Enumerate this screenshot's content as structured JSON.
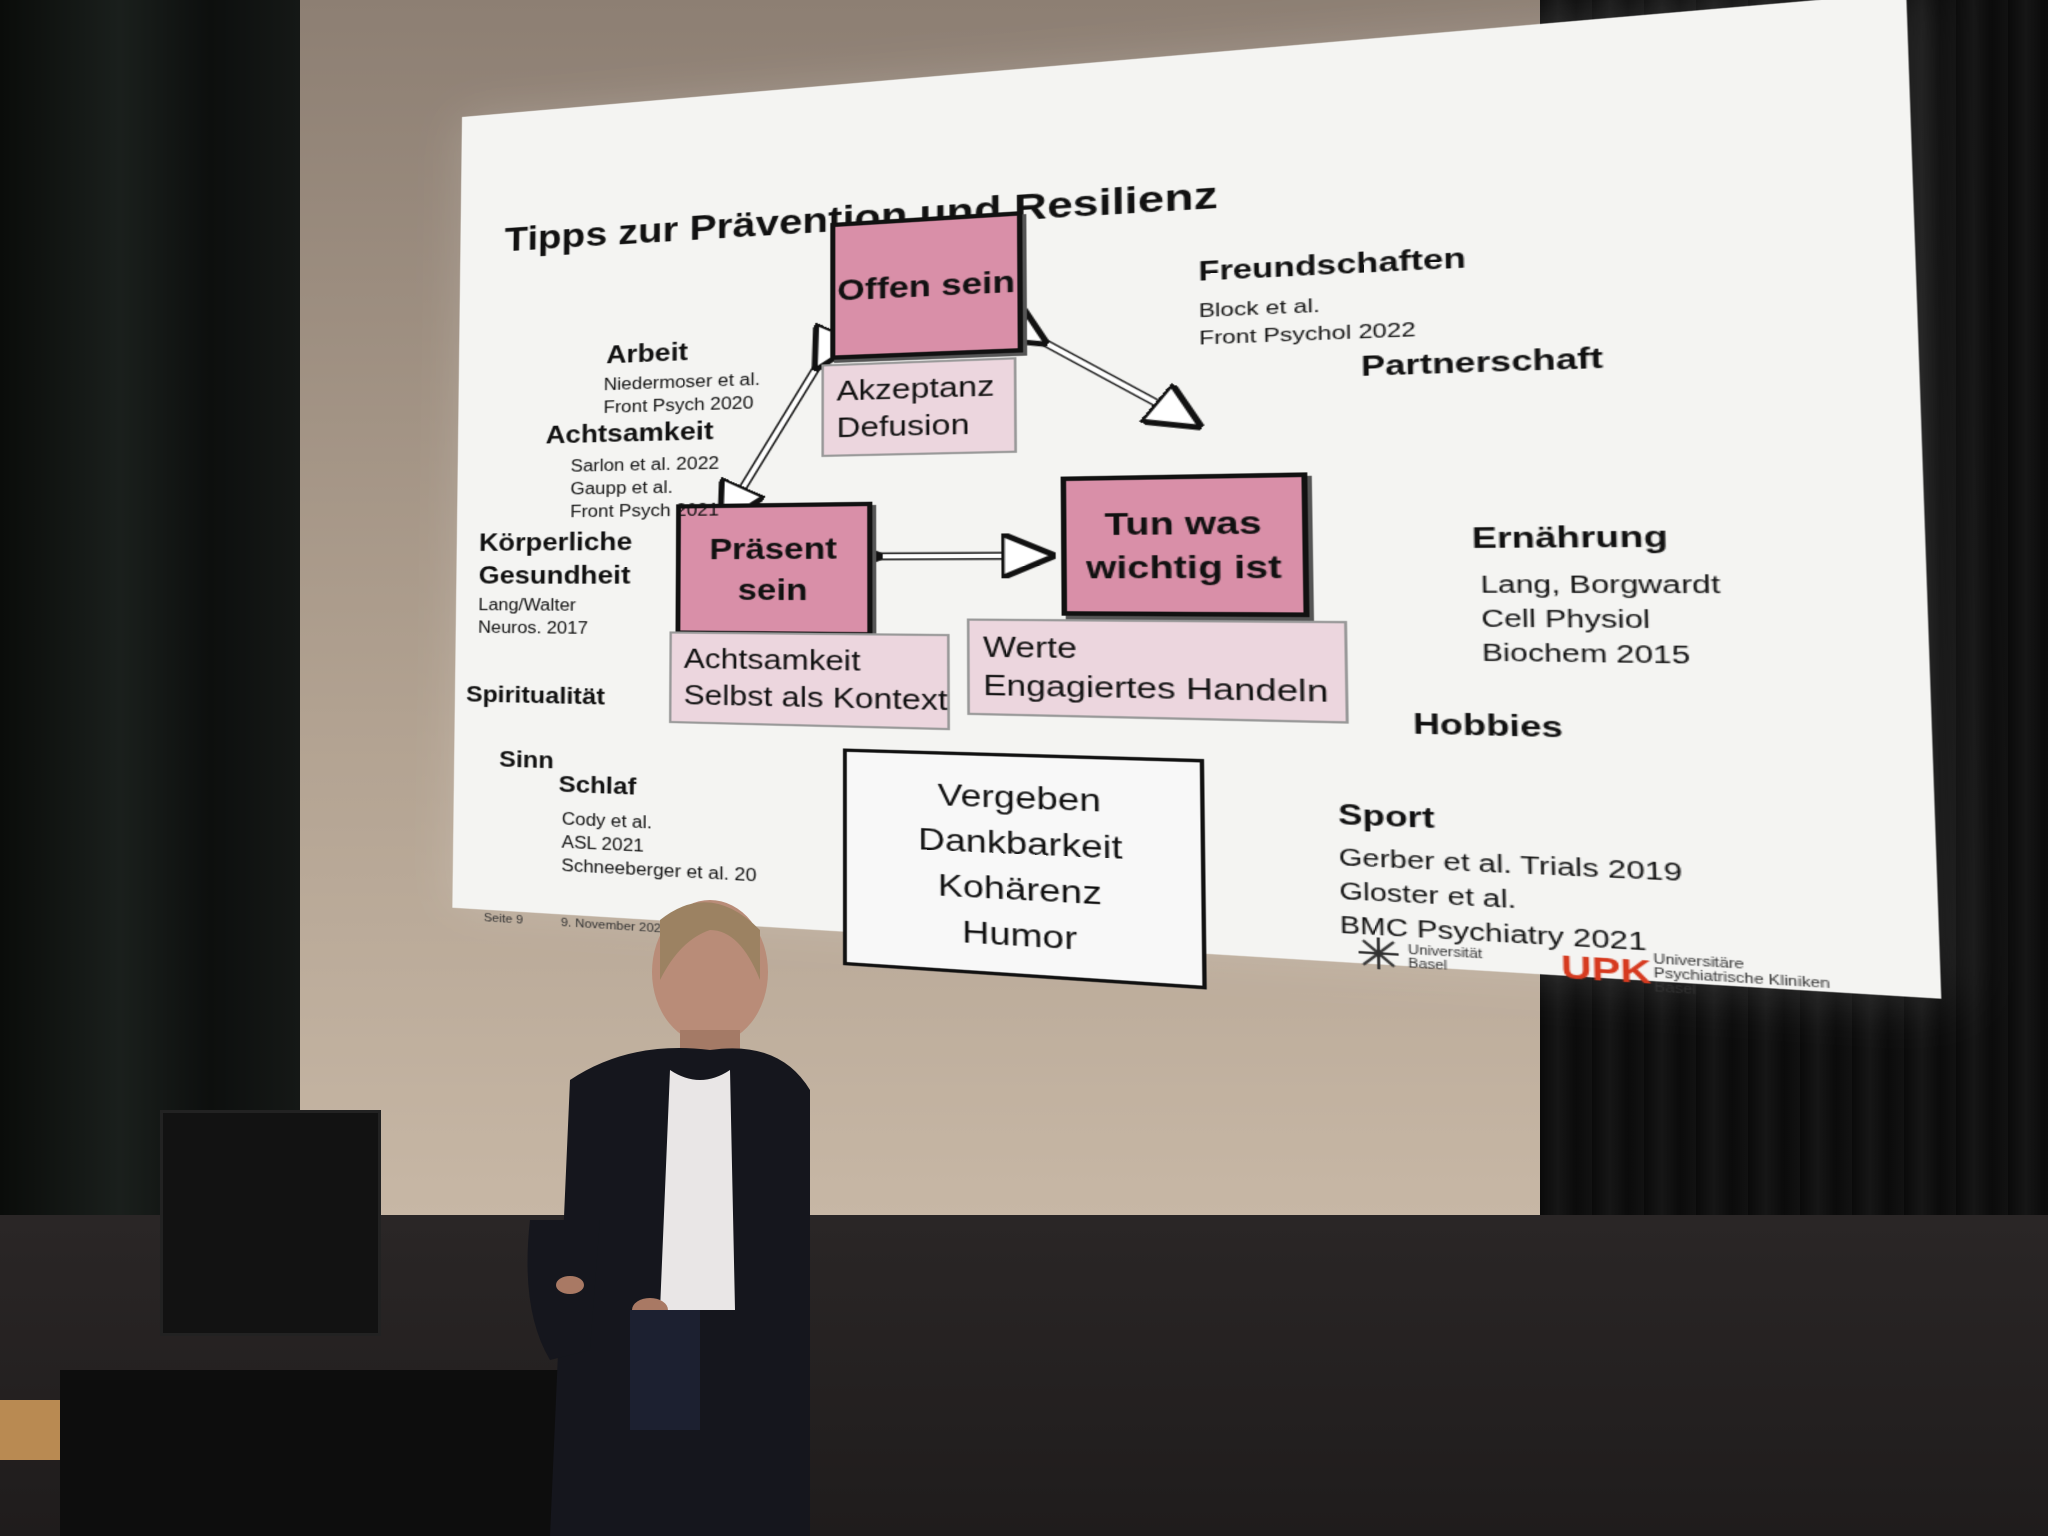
{
  "slide": {
    "title": "Tipps zur Prävention und Resilienz",
    "core": {
      "offen": "Offen sein",
      "offen_sub": "Akzeptanz\nDefusion",
      "praesent": "Präsent\nsein",
      "praesent_sub": "Achtsamkeit\nSelbst als Kontext",
      "tun": "Tun was\nwichtig ist",
      "tun_sub": "Werte\nEngagiertes Handeln",
      "center": "Vergeben\nDankbarkeit\nKohärenz\nHumor"
    },
    "left": {
      "arbeit": "Arbeit",
      "arbeit_ref": "Niedermoser et al.\nFront Psych 2020",
      "achtsamkeit": "Achtsamkeit",
      "achtsamkeit_ref": "Sarlon et al. 2022\nGaupp et al.\nFront Psych 2021",
      "koerper": "Körperliche\nGesundheit",
      "koerper_ref": "Lang/Walter\nNeuros. 2017",
      "spiritualitaet": "Spiritualität",
      "sinn": "Sinn",
      "schlaf": "Schlaf",
      "schlaf_ref": "Cody et al.\nASL 2021\nSchneeberger et al. 20"
    },
    "right": {
      "freundschaften": "Freundschaften",
      "freundschaften_ref": "Block et al.\nFront Psychol 2022",
      "partnerschaft": "Partnerschaft",
      "ernaehrung": "Ernährung",
      "ernaehrung_ref": "Lang, Borgwardt\nCell Physiol\nBiochem 2015",
      "hobbies": "Hobbies",
      "sport": "Sport",
      "sport_ref": "Gerber et al. Trials 2019\nGloster et al.\nBMC Psychiatry 2021"
    },
    "footer": {
      "page": "Seite 9",
      "date": "9. November 2022",
      "unibas": "Universität\nBasel",
      "upk": "UPK",
      "upk_sub": "Universitäre\nPsychiatrische Kliniken\nBasel"
    }
  },
  "colors": {
    "pink": "#d98fa8",
    "light_pink": "#ecd6de",
    "upk_red": "#d63a1f"
  }
}
